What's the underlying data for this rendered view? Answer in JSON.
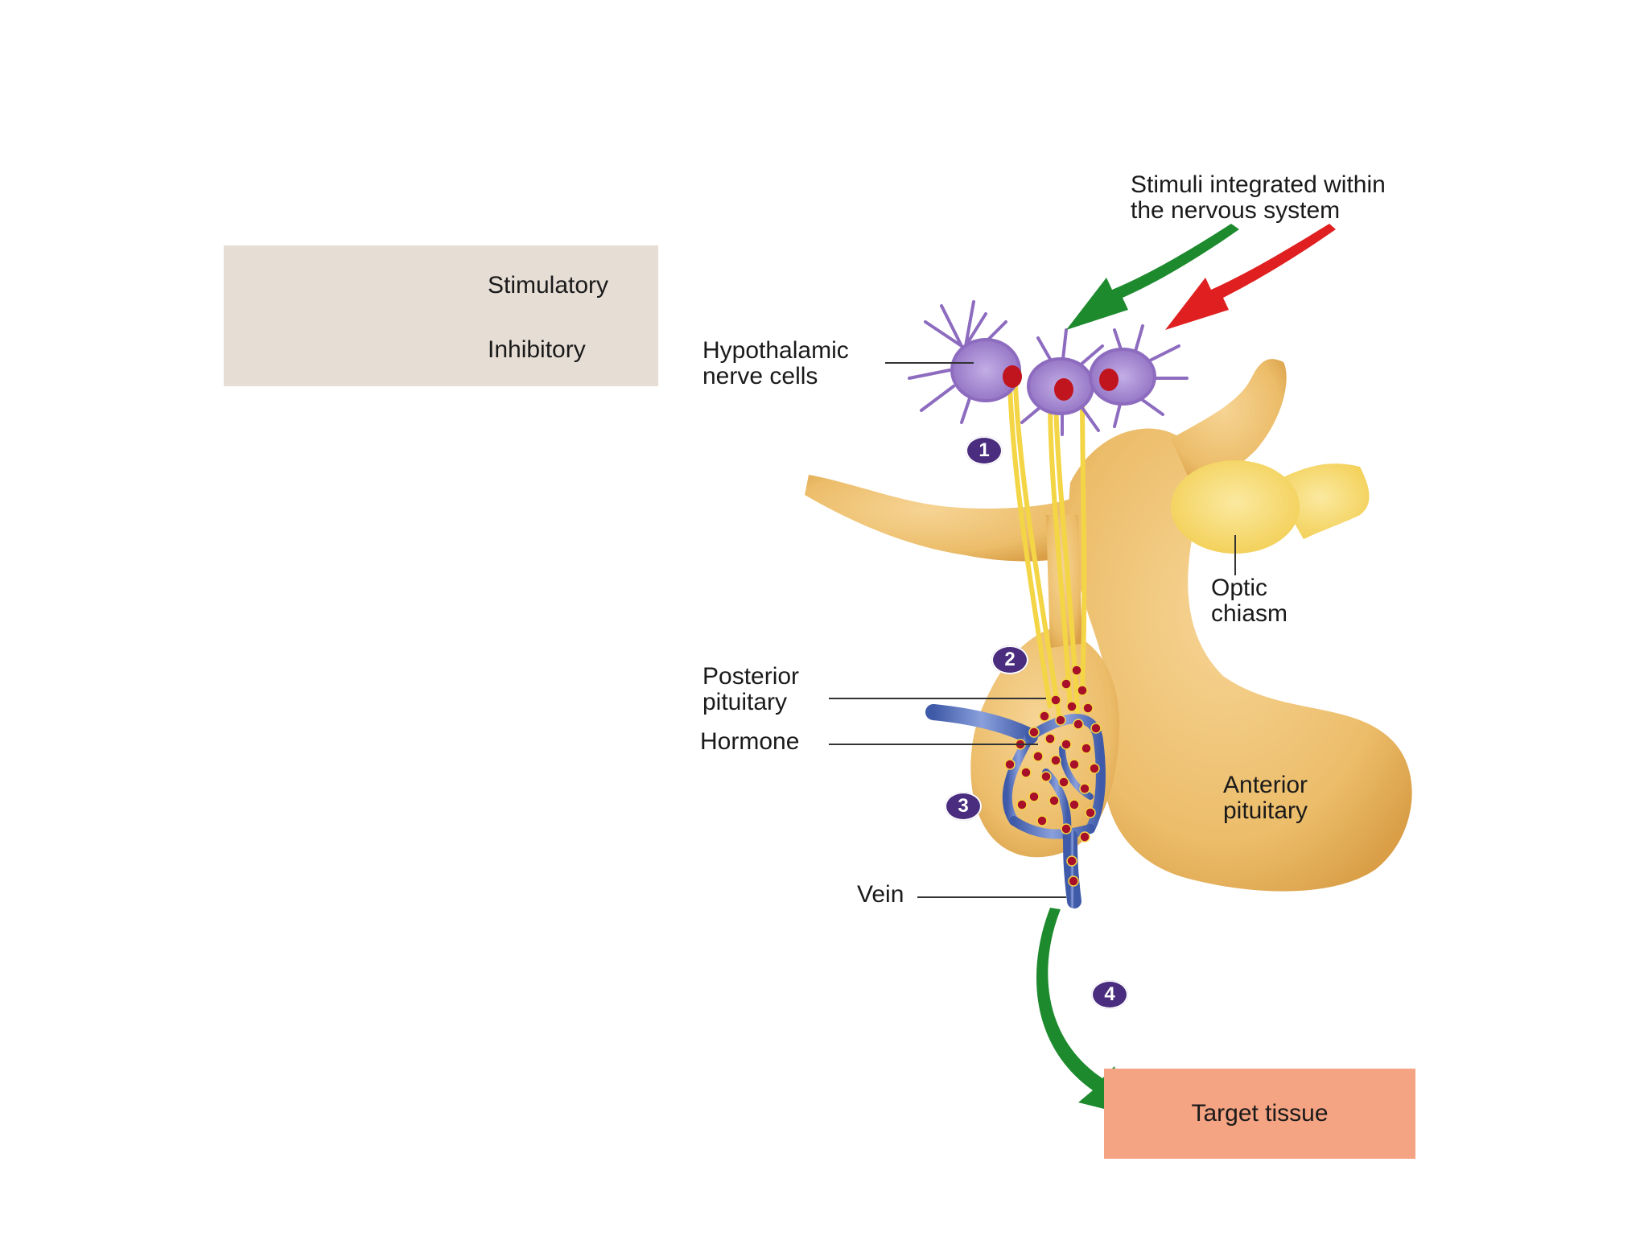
{
  "legend": {
    "stimulatory": "Stimulatory",
    "inhibitory": "Inhibitory"
  },
  "labels": {
    "stimuli": "Stimuli integrated within\nthe nervous system",
    "hypothalamic": "Hypothalamic\nnerve cells",
    "optic": "Optic\nchiasm",
    "posterior": "Posterior\npituitary",
    "hormone": "Hormone",
    "anterior": "Anterior\npituitary",
    "vein": "Vein",
    "target": "Target tissue"
  },
  "steps": [
    "1",
    "2",
    "3",
    "4"
  ],
  "colors": {
    "stimulatory": "#1e8a2e",
    "inhibitory": "#e02020",
    "gland": "#f0c070",
    "neuron": "#a98bd0",
    "nucleus": "#c0141e",
    "axon": "#f3d545",
    "vein": "#6f86c8",
    "hormone_granule": "#a8102a",
    "step_badge": "#4a2d7e",
    "target": "#f4a383",
    "legend_bg": "#e6ddd5"
  }
}
